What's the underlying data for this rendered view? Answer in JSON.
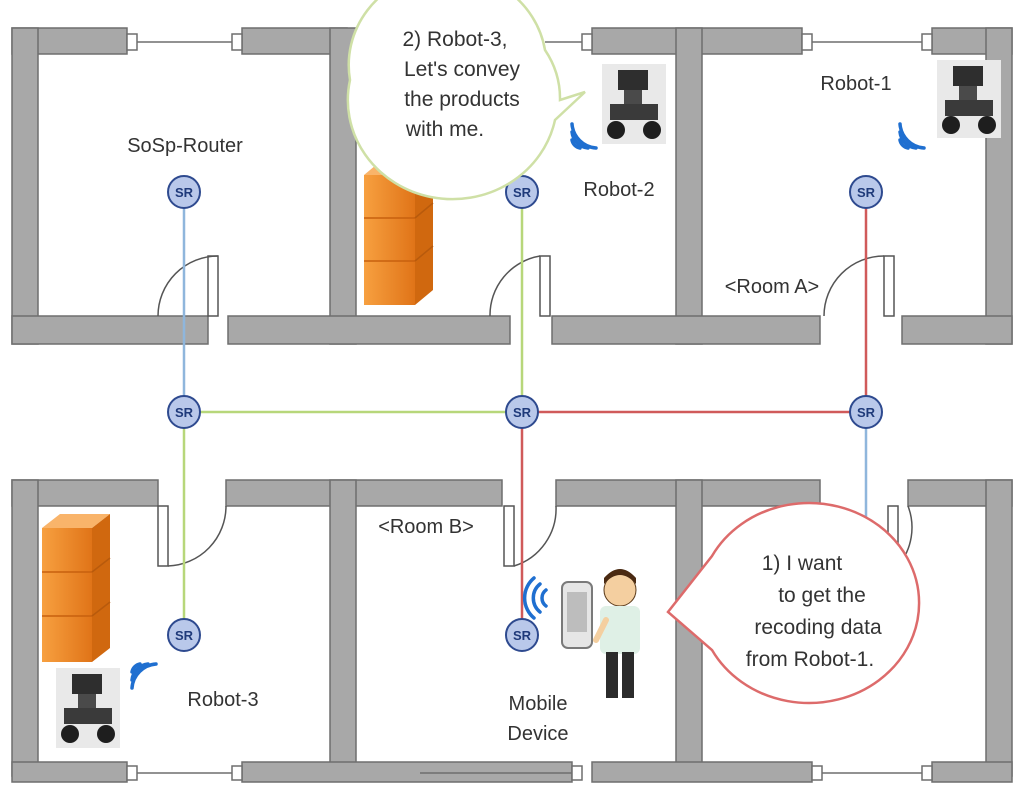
{
  "labels": {
    "sosp_router": "SoSp-Router",
    "robot_1": "Robot-1",
    "robot_2": "Robot-2",
    "robot_3": "Robot-3",
    "room_a": "<Room A>",
    "room_b": "<Room B>",
    "mobile_line1": "Mobile",
    "mobile_line2": "Device"
  },
  "router_label": "SR",
  "bubble_robot2": {
    "lines": [
      "2)  Robot-3,",
      "Let's convey",
      "the products",
      "with me."
    ]
  },
  "bubble_mobile": {
    "lines": [
      "1)  I want",
      "to get the",
      "recoding data",
      "from Robot-1."
    ]
  },
  "colors": {
    "wall": "#a8a8a8",
    "wall_edge": "#6e6e6e",
    "blue_link": "#8fb6dc",
    "green_link": "#b7d77a",
    "red_link": "#d05a5a",
    "router_fill": "#b9c8ea",
    "router_stroke": "#2e4a8f",
    "box_orange": "#f28c28",
    "bubble_green": "#cfe0a6",
    "bubble_red": "#dd6b6b"
  },
  "icons": [
    "router-icon",
    "robot-icon",
    "wireless-signal-icon",
    "product-boxes-icon",
    "mobile-device-icon",
    "person-icon",
    "door-icon"
  ]
}
